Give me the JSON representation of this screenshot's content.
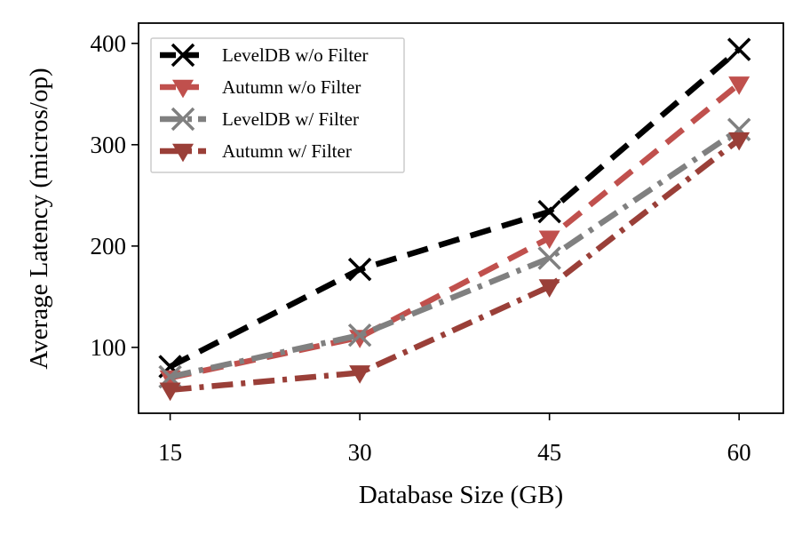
{
  "chart_data": {
    "type": "line",
    "x": [
      15,
      30,
      45,
      60
    ],
    "xticks": [
      "15",
      "30",
      "45",
      "60"
    ],
    "yticks": [
      100,
      200,
      300,
      400
    ],
    "xlim": [
      12.5,
      63.5
    ],
    "ylim": [
      35,
      420
    ],
    "xlabel": "Database Size (GB)",
    "ylabel": "Average Latency (micros/op)",
    "grid": false,
    "legend_position": "top-left",
    "series": [
      {
        "name": "LevelDB w/o Filter",
        "values": [
          81,
          177,
          234,
          394
        ],
        "color": "#000000",
        "marker": "x",
        "linestyle": "dashed"
      },
      {
        "name": "Autumn w/o Filter",
        "values": [
          70,
          110,
          208,
          360
        ],
        "color": "#c0504d",
        "marker": "triangle-down",
        "linestyle": "dashed"
      },
      {
        "name": "LevelDB w/ Filter",
        "values": [
          71,
          112,
          188,
          315
        ],
        "color": "#808080",
        "marker": "x",
        "linestyle": "dashdot"
      },
      {
        "name": "Autumn w/ Filter",
        "values": [
          58,
          75,
          160,
          305
        ],
        "color": "#9a3f38",
        "marker": "triangle-down",
        "linestyle": "dashdot"
      }
    ]
  }
}
